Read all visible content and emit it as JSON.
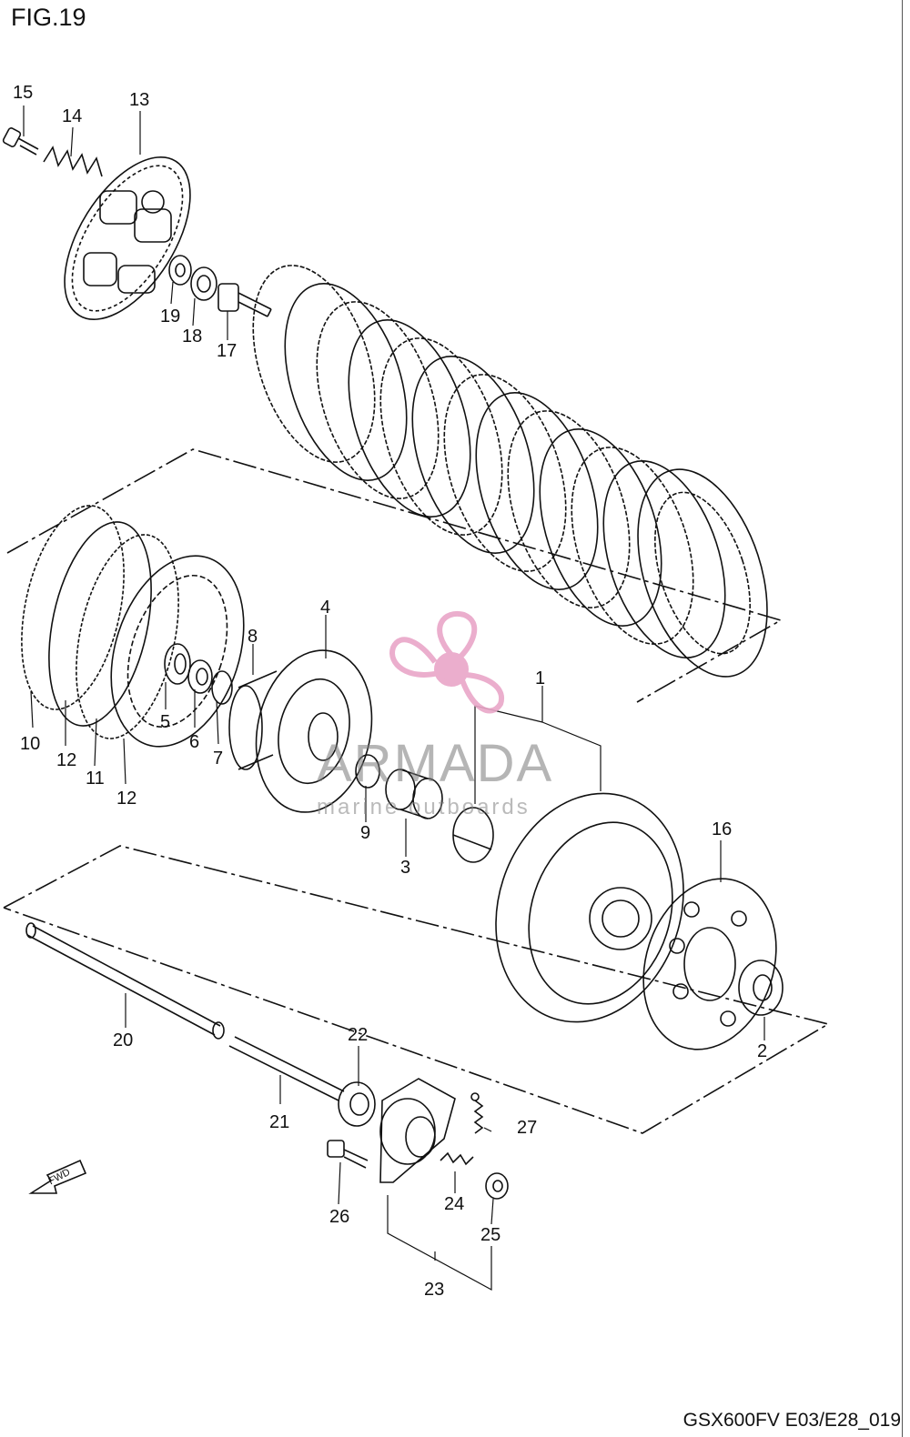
{
  "title": "FIG.19",
  "footer": "GSX600FV E03/E28_019",
  "watermark": {
    "brand": "ARMADA",
    "tagline": "marine outboards",
    "color": "#e9a6c8"
  },
  "fwd_label": "FWD",
  "callouts": [
    "1",
    "2",
    "3",
    "4",
    "5",
    "6",
    "7",
    "8",
    "9",
    "10",
    "11",
    "12",
    "12",
    "13",
    "14",
    "15",
    "16",
    "17",
    "18",
    "19",
    "20",
    "21",
    "22",
    "23",
    "24",
    "25",
    "26",
    "27"
  ]
}
